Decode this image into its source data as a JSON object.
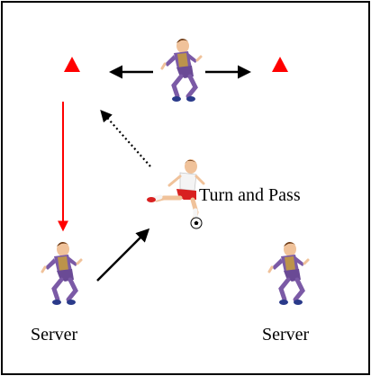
{
  "labels": {
    "turn_and_pass": "Turn and Pass",
    "server_left": "Server",
    "server_right": "Server"
  },
  "colors": {
    "border": "#000000",
    "cone": "#ff0000",
    "red_arrow": "#ff0000",
    "arrow": "#000000",
    "jersey": "#7b5aa6",
    "jersey_stripe": "#f2c200",
    "shorts": "#6a4a95",
    "skin": "#f0c29a",
    "hair": "#6b3a16",
    "white_kit": "#f4f4f4",
    "red_shorts": "#d82020"
  },
  "icons": {
    "cone": "triangle-cone-icon",
    "player": "soccer-player-icon",
    "ball": "soccer-ball-icon"
  }
}
